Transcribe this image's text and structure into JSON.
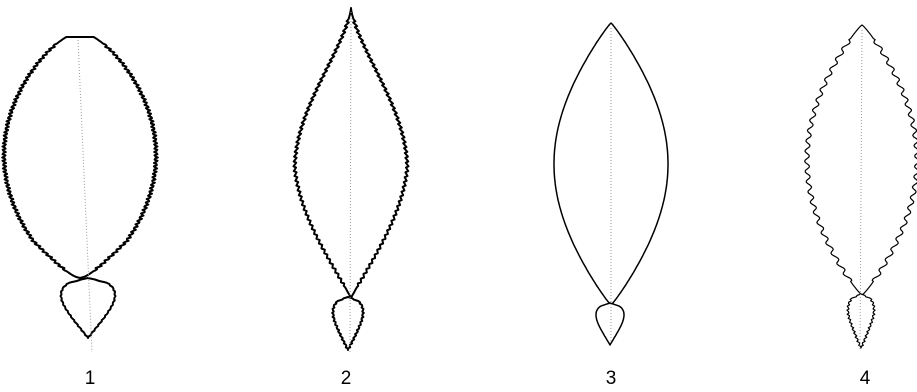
{
  "figure": {
    "leaves": [
      {
        "label": "1",
        "shape": "obovate",
        "margin": "crenulate",
        "base_lobe": "heart-shaped"
      },
      {
        "label": "2",
        "shape": "lanceolate",
        "margin": "serrate",
        "base_lobe": "small"
      },
      {
        "label": "3",
        "shape": "elliptic",
        "margin": "entire",
        "base_lobe": "small"
      },
      {
        "label": "4",
        "shape": "lanceolate",
        "margin": "undulate",
        "base_lobe": "small"
      }
    ],
    "colors": {
      "outline": "#000000",
      "midrib": "#9a9a9a",
      "background": "#ffffff"
    }
  }
}
